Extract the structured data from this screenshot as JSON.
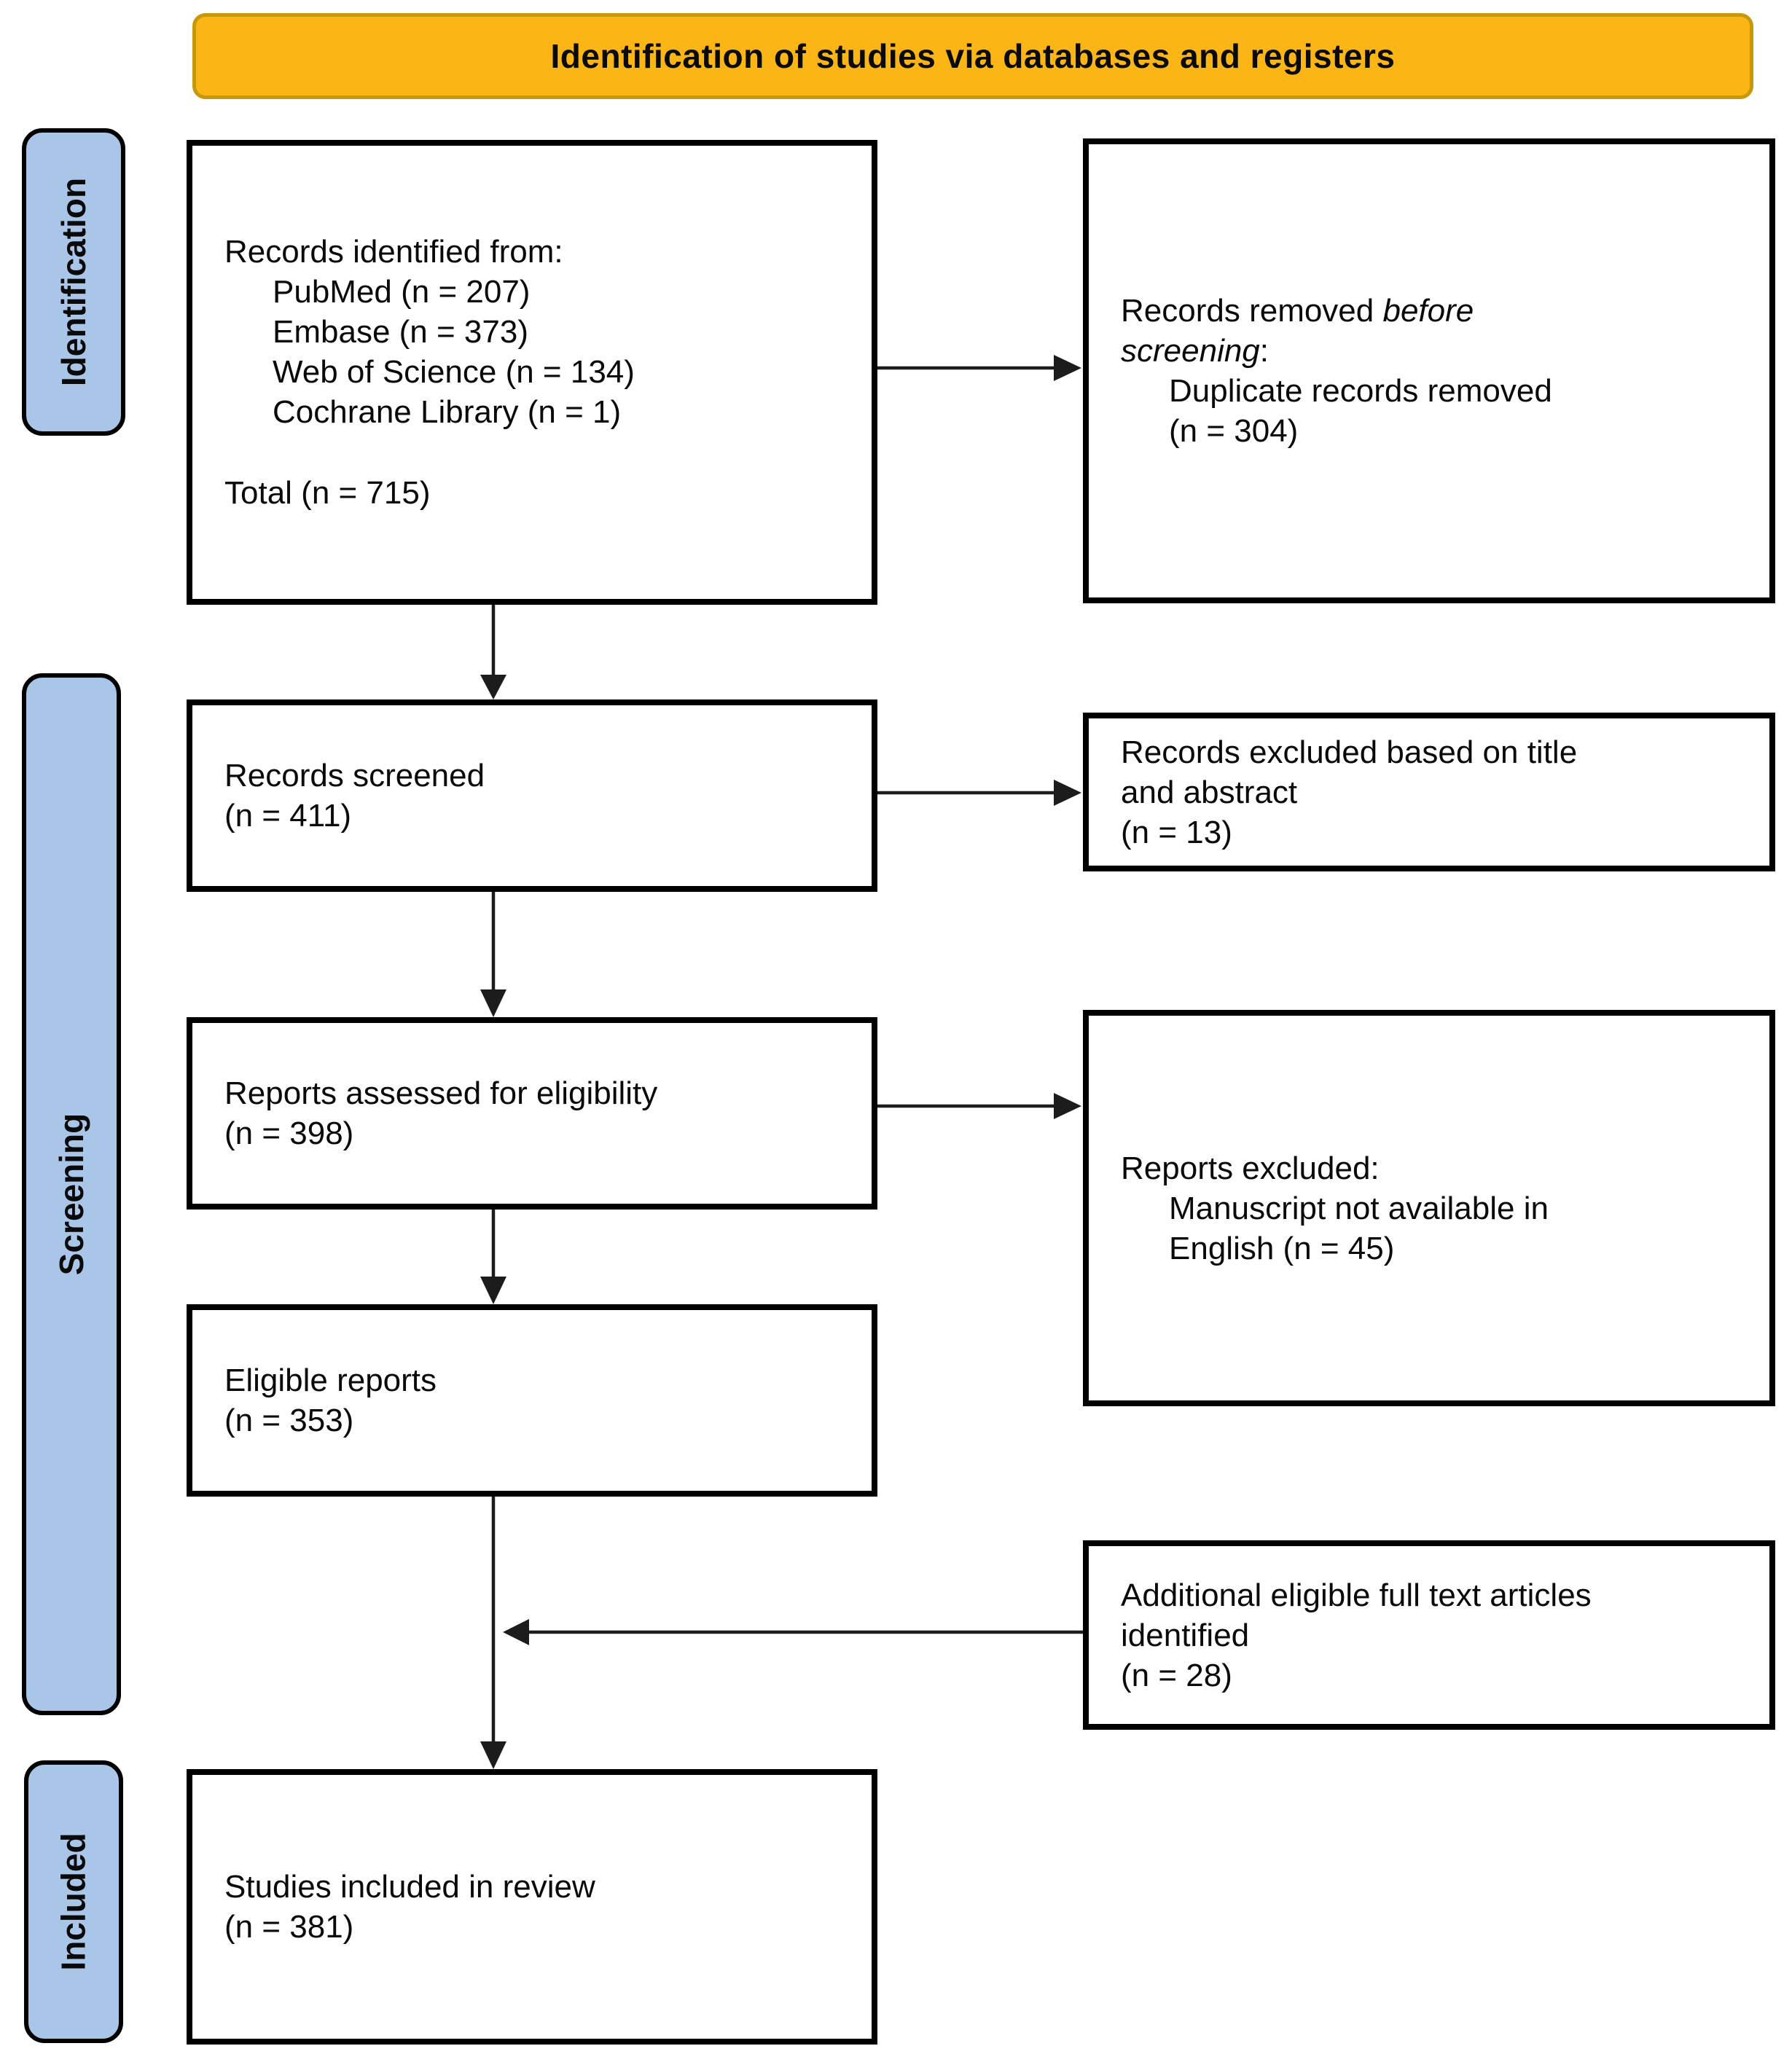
{
  "banner": {
    "title": "Identification of studies via databases and registers"
  },
  "stages": {
    "identification": "Identification",
    "screening": "Screening",
    "included": "Included"
  },
  "boxes": {
    "records_identified": {
      "title": "Records identified from:",
      "items": [
        "PubMed (n = 207)",
        "Embase (n = 373)",
        "Web of Science (n = 134)",
        "Cochrane Library (n = 1)"
      ],
      "total": "Total (n = 715)"
    },
    "records_removed": {
      "l1_normal": "Records removed ",
      "l1_italic": "before",
      "l2_italic": "screening",
      "l2_normal": ":",
      "items": [
        "Duplicate records removed",
        "(n = 304)"
      ]
    },
    "records_screened": {
      "lines": [
        "Records screened",
        "(n = 411)"
      ]
    },
    "records_excluded": {
      "lines": [
        "Records excluded based on title",
        "and abstract",
        "(n = 13)"
      ]
    },
    "reports_assessed": {
      "lines": [
        "Reports assessed for eligibility",
        "(n = 398)"
      ]
    },
    "reports_excluded": {
      "title": "Reports excluded:",
      "items": [
        "Manuscript not available in",
        "English (n = 45)"
      ]
    },
    "eligible_reports": {
      "lines": [
        "Eligible reports",
        "(n = 353)"
      ]
    },
    "additional_articles": {
      "lines": [
        "Additional eligible full text articles",
        "identified",
        "(n = 28)"
      ]
    },
    "studies_included": {
      "lines": [
        "Studies included in review",
        "(n = 381)"
      ]
    }
  },
  "colors": {
    "banner_bg": "#FBB615",
    "banner_border": "#C7980A",
    "stage_bg": "#A9C6E9",
    "box_border": "#000000",
    "connector": "#1C1C1C"
  }
}
